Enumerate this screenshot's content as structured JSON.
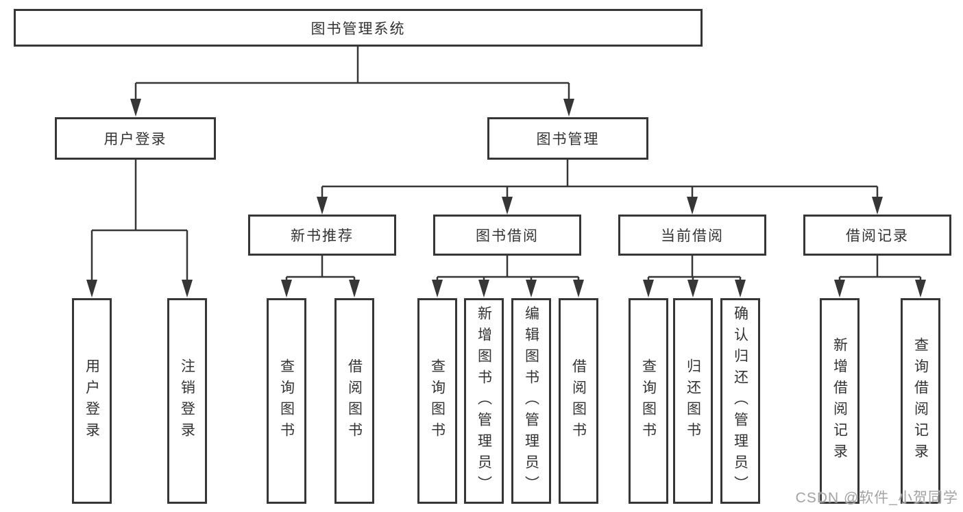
{
  "root": {
    "label": "图书管理系统"
  },
  "branches": {
    "user_login": {
      "label": "用户登录",
      "children": {
        "login": "用户登录",
        "logout": "注销登录"
      }
    },
    "book_management": {
      "label": "图书管理",
      "children": {
        "new_book_recommend": {
          "label": "新书推荐",
          "children": {
            "query": "查询图书",
            "borrow": "借阅图书"
          }
        },
        "book_borrowing": {
          "label": "图书借阅",
          "children": {
            "query": "查询图书",
            "add": "新增图书（管理员）",
            "edit": "编辑图书（管理员）",
            "borrow": "借阅图书"
          }
        },
        "current_borrowing": {
          "label": "当前借阅",
          "children": {
            "query": "查询图书",
            "return": "归还图书",
            "confirm_return": "确认归还（管理员）"
          }
        },
        "borrowing_records": {
          "label": "借阅记录",
          "children": {
            "add_record": "新增借阅记录",
            "query_record": "查询借阅记录"
          }
        }
      }
    }
  },
  "watermark": "CSDN @软件_小贺同学",
  "colors": {
    "line": "#363636",
    "text": "#333333",
    "background": "#ffffff",
    "watermark": "#a3a3a3"
  }
}
